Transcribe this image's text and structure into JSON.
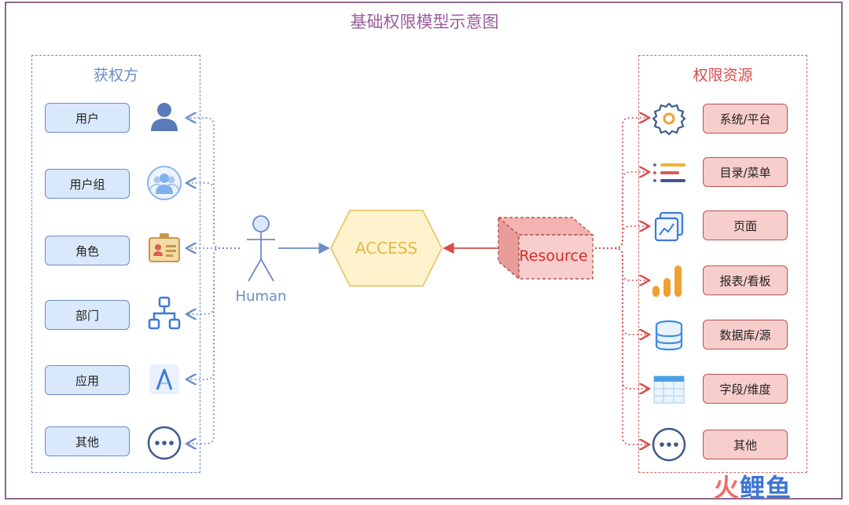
{
  "title": "基础权限模型示意图",
  "left_panel": {
    "title": "获权方",
    "items": [
      {
        "label": "用户",
        "icon": "user-icon"
      },
      {
        "label": "用户组",
        "icon": "user-group-icon"
      },
      {
        "label": "角色",
        "icon": "id-badge-icon"
      },
      {
        "label": "部门",
        "icon": "org-chart-icon"
      },
      {
        "label": "应用",
        "icon": "app-icon"
      },
      {
        "label": "其他",
        "icon": "more-icon"
      }
    ]
  },
  "center": {
    "subject": "Human",
    "access": "ACCESS",
    "resource": "Resource"
  },
  "right_panel": {
    "title": "权限资源",
    "items": [
      {
        "label": "系统/平台",
        "icon": "gear-icon"
      },
      {
        "label": "目录/菜单",
        "icon": "menu-list-icon"
      },
      {
        "label": "页面",
        "icon": "pages-icon"
      },
      {
        "label": "报表/看板",
        "icon": "bar-chart-icon"
      },
      {
        "label": "数据库/源",
        "icon": "database-icon"
      },
      {
        "label": "字段/维度",
        "icon": "table-icon"
      },
      {
        "label": "其他",
        "icon": "more-icon"
      }
    ]
  },
  "watermark": {
    "part1": "火",
    "part2": "鲤鱼"
  },
  "colors": {
    "subject_blue": "#6b8cc9",
    "resource_red": "#d94a4a",
    "access_yellow": "#fff2cc",
    "title_purple": "#9b5c9b"
  }
}
